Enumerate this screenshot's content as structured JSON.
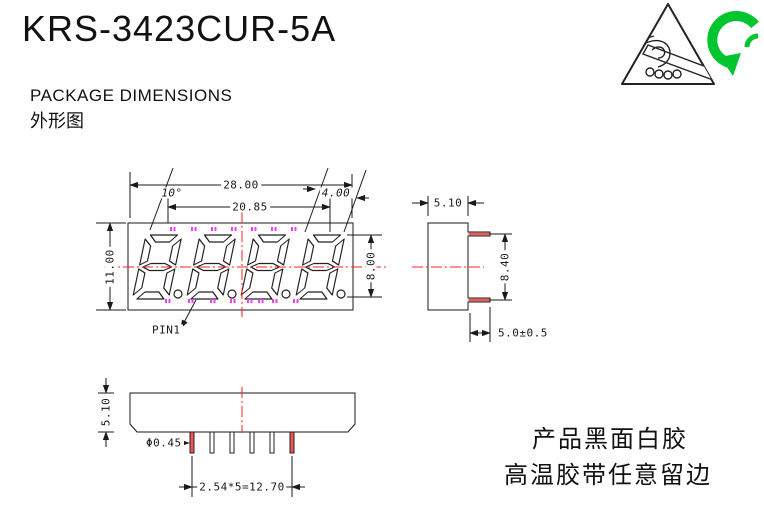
{
  "header": {
    "title": "KRS-3423CUR-5A",
    "section_title": "PACKAGE DIMENSIONS",
    "section_title_cn": "外形图"
  },
  "front_view": {
    "overall_width": "28.00",
    "window_width": "20.85",
    "digit_offset": "4.00",
    "slant_angle": "10°",
    "overall_height": "11.00",
    "digit_height": "8.00",
    "pin1_label": "PIN1"
  },
  "side_view": {
    "body_thickness": "5.10",
    "pin_row_span": "8.40",
    "pin_length": "5.0±0.5"
  },
  "bottom_view": {
    "body_height": "5.10",
    "pin_diameter": "Φ0.45",
    "pin_pitch": "2.54*5=12.70"
  },
  "notes": {
    "line1": "产品黑面白胶",
    "line2": "高温胶带任意留边"
  },
  "colors": {
    "line": "#1a1a1a",
    "centerline_red": "#ff2222",
    "pin_marker_magenta": "#f23df2",
    "pin_highlight_red": "#f25555",
    "rohs_green": "#00c52e"
  }
}
